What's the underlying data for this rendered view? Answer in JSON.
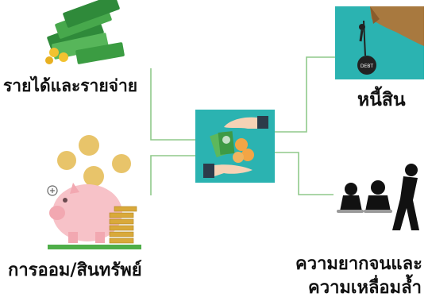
{
  "diagram": {
    "center": {
      "icon": "hands-exchanging-money-icon",
      "bg_color": "#2bb3b1"
    },
    "connector_color": "#8fc98a",
    "nodes": {
      "income": {
        "label": "รายได้และรายจ่าย",
        "icon": "cash-stacks-icon"
      },
      "debt": {
        "label": "หนี้สิน",
        "icon": "cliff-debt-weight-icon"
      },
      "savings": {
        "label": "การออม/สินทรัพย์",
        "icon": "piggy-bank-icon"
      },
      "poverty": {
        "label_line1": "ความยากจนและ",
        "label_line2": "ความเหลื่อมล้ำ",
        "icon": "struggling-people-icon"
      }
    }
  }
}
